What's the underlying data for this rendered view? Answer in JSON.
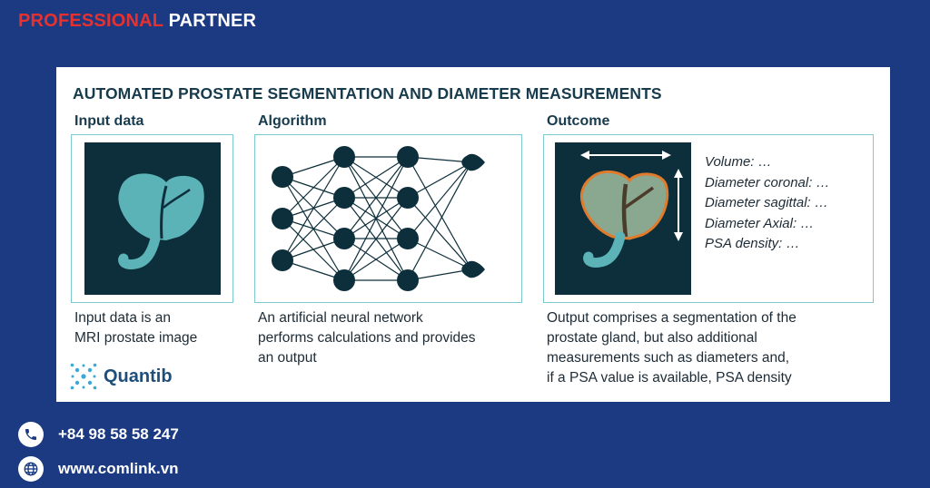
{
  "brand": {
    "part1": "PROFESSIONAL",
    "part2": "PARTNER"
  },
  "card": {
    "title": "AUTOMATED PROSTATE SEGMENTATION AND DIAMETER MEASUREMENTS",
    "columns": {
      "input": {
        "heading": "Input data",
        "desc_lines": [
          "Input data is an",
          "MRI prostate image"
        ]
      },
      "algorithm": {
        "heading": "Algorithm",
        "desc_lines": [
          "An artificial neural network",
          "performs calculations and provides",
          "an output"
        ]
      },
      "outcome": {
        "heading": "Outcome",
        "desc_lines": [
          "Output comprises a segmentation of the",
          "prostate gland, but also additional",
          "measurements such as diameters and,",
          "if a PSA value is available, PSA density"
        ],
        "measurements": [
          "Volume: …",
          "Diameter coronal: …",
          "Diameter sagittal: …",
          "Diameter Axial: …",
          "PSA density: …"
        ]
      }
    },
    "logo": {
      "text": "Quantib",
      "icon": "quantib-logo-icon"
    }
  },
  "contact": {
    "phone": "+84 98 58 58 247",
    "website": "www.comlink.vn"
  },
  "colors": {
    "background": "#1b3a82",
    "brand_red": "#e8312f",
    "teal": "#5bb3b8",
    "dark_panel": "#0d2e3b",
    "segmentation_outline": "#e07b2c"
  }
}
